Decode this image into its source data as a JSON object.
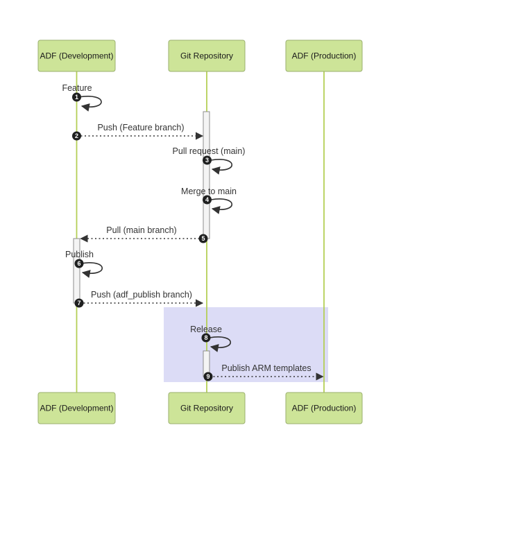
{
  "diagram": {
    "type": "sequence-diagram",
    "actors": [
      {
        "id": "dev",
        "label": "ADF (Development)"
      },
      {
        "id": "git",
        "label": "Git Repository"
      },
      {
        "id": "prod",
        "label": "ADF (Production)"
      }
    ],
    "messages": [
      {
        "seq": 1,
        "type": "self",
        "from": "dev",
        "to": "dev",
        "label": "Feature"
      },
      {
        "seq": 2,
        "type": "arrow",
        "from": "dev",
        "to": "git",
        "label": "Push (Feature branch)"
      },
      {
        "seq": 3,
        "type": "self",
        "from": "git",
        "to": "git",
        "label": "Pull request (main)"
      },
      {
        "seq": 4,
        "type": "self",
        "from": "git",
        "to": "git",
        "label": "Merge to main"
      },
      {
        "seq": 5,
        "type": "arrow",
        "from": "git",
        "to": "dev",
        "label": "Pull (main branch)"
      },
      {
        "seq": 6,
        "type": "self",
        "from": "dev",
        "to": "dev",
        "label": "Publish"
      },
      {
        "seq": 7,
        "type": "arrow",
        "from": "dev",
        "to": "git",
        "label": "Push (adf_publish branch)"
      },
      {
        "seq": 8,
        "type": "self",
        "from": "git",
        "to": "git",
        "label": "Release"
      },
      {
        "seq": 9,
        "type": "arrow",
        "from": "git",
        "to": "prod",
        "label": "Publish ARM templates"
      }
    ],
    "highlight_region": {
      "covers": [
        "git",
        "prod"
      ],
      "message_seqs": [
        8,
        9
      ]
    },
    "colors": {
      "background": "#ffffff",
      "actor_fill": "#cde498",
      "actor_border": "#9aaf6e",
      "lifeline": "#b4cf56",
      "activation_fill": "#f4f4f4",
      "activation_border": "#8c8c8c",
      "highlight_fill": "#dcdcf6",
      "message_color": "#333333",
      "badge_fill": "#1f2020",
      "badge_text": "#ffffff"
    }
  }
}
